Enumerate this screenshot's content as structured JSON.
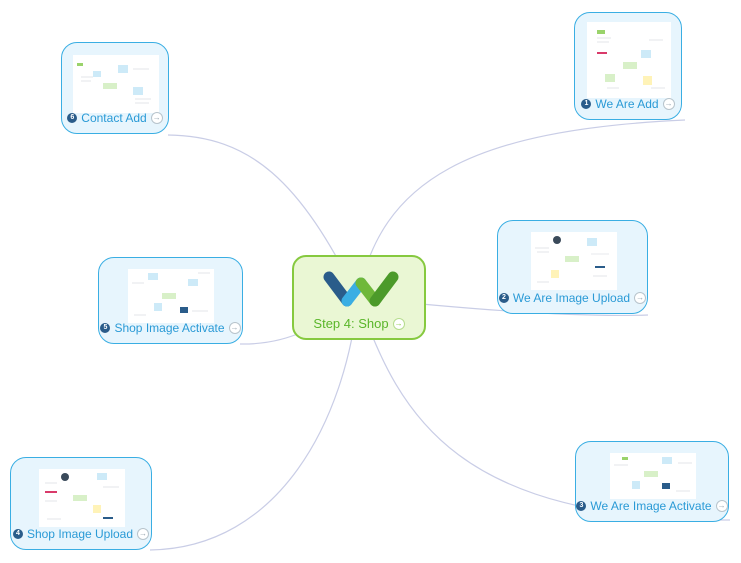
{
  "map": {
    "center": {
      "label": "Step 4: Shop",
      "arrow": "→"
    },
    "topics": [
      {
        "num": "1",
        "label": "We Are Add",
        "arrow": "→"
      },
      {
        "num": "2",
        "label": "We Are Image Upload",
        "arrow": "→"
      },
      {
        "num": "3",
        "label": "We Are Image Activate",
        "arrow": "→"
      },
      {
        "num": "4",
        "label": "Shop Image Upload",
        "arrow": "→"
      },
      {
        "num": "5",
        "label": "Shop Image Activate",
        "arrow": "→"
      },
      {
        "num": "6",
        "label": "Contact Add",
        "arrow": "→"
      }
    ]
  },
  "colors": {
    "node_fill": "#e7f5fd",
    "node_border": "#3aaee3",
    "label_text": "#2a9ad6",
    "center_fill": "#eaf7d4",
    "center_border": "#86c93f",
    "link": "#c9cde6"
  },
  "icons": {
    "center_logo": "w-logo-icon",
    "topic_arrow": "arrow-right-circle-icon"
  }
}
